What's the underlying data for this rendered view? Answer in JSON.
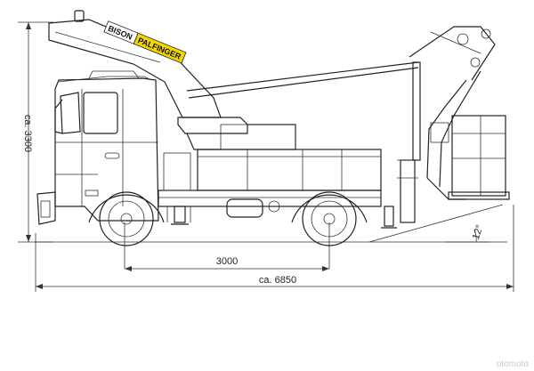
{
  "brand": {
    "left": "BISON",
    "right": "PALFINGER",
    "yellow": "#f2d600"
  },
  "dimensions": {
    "height": "ca. 3300",
    "wheelbase": "3000",
    "length": "ca. 6850",
    "angle": "12°"
  },
  "watermark": "otomoto"
}
